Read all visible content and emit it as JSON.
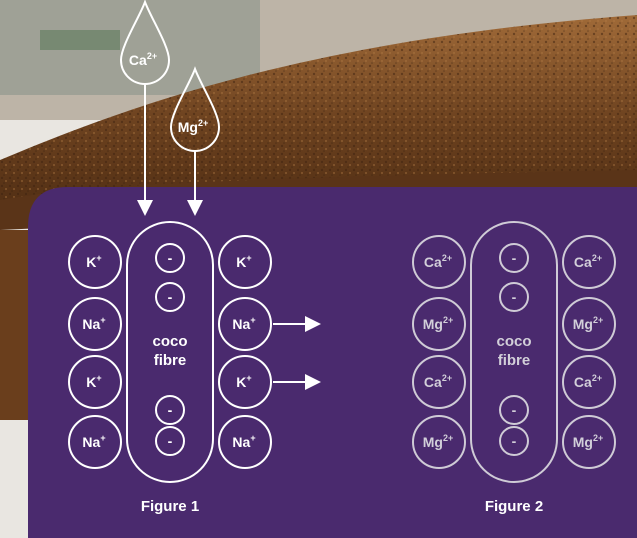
{
  "colors": {
    "panel": "#4a2a6e",
    "white": "#ffffff",
    "muted": "#cfcbd6",
    "soil_dark": "#5a3418",
    "soil_mid": "#8a5a2e",
    "sky": "#c9c1b6"
  },
  "drops": [
    {
      "ion": "Ca",
      "charge": "2+"
    },
    {
      "ion": "Mg",
      "charge": "2+"
    }
  ],
  "figure1": {
    "caption": "Figure 1",
    "fibre_label_line1": "coco",
    "fibre_label_line2": "fibre",
    "minus": "-",
    "left_ions": [
      {
        "ion": "K",
        "charge": "+"
      },
      {
        "ion": "Na",
        "charge": "+"
      },
      {
        "ion": "K",
        "charge": "+"
      },
      {
        "ion": "Na",
        "charge": "+"
      }
    ],
    "right_ions": [
      {
        "ion": "K",
        "charge": "+"
      },
      {
        "ion": "Na",
        "charge": "+"
      },
      {
        "ion": "K",
        "charge": "+"
      },
      {
        "ion": "Na",
        "charge": "+"
      }
    ]
  },
  "figure2": {
    "caption": "Figure 2",
    "fibre_label_line1": "coco",
    "fibre_label_line2": "fibre",
    "minus": "-",
    "left_ions": [
      {
        "ion": "Ca",
        "charge": "2+"
      },
      {
        "ion": "Mg",
        "charge": "2+"
      },
      {
        "ion": "Ca",
        "charge": "2+"
      },
      {
        "ion": "Mg",
        "charge": "2+"
      }
    ],
    "right_ions": [
      {
        "ion": "Ca",
        "charge": "2+"
      },
      {
        "ion": "Mg",
        "charge": "2+"
      },
      {
        "ion": "Ca",
        "charge": "2+"
      },
      {
        "ion": "Mg",
        "charge": "2+"
      }
    ]
  }
}
